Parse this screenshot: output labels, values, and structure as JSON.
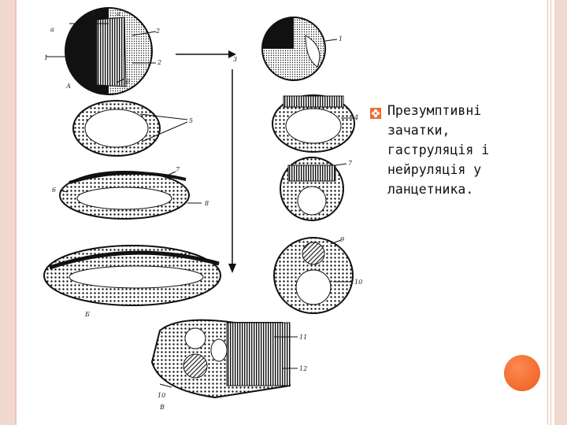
{
  "slide": {
    "bullet_text": "Презумптивні зачатки, гаструляція і нейруляція у ланцетника."
  },
  "figure": {
    "labels": {
      "a_top_left": "а",
      "b_top": "б",
      "a_top": "а",
      "n2": "2",
      "n1_left": "1",
      "n2_lower": "2",
      "d_lower": "д",
      "A": "А",
      "n3": "3",
      "n1_right": "1",
      "n5": "5",
      "n4": "4",
      "n7_top": "7",
      "n6": "6",
      "n8": "8",
      "n7_right": "7",
      "n9": "9",
      "n10_right": "10",
      "B": "Б",
      "n11": "11",
      "n12": "12",
      "n10_bottom": "10",
      "V": "В"
    }
  },
  "colors": {
    "frame": "#f2d9cf",
    "frame_line": "#ecbfae",
    "accent_circle": "#f26a2b",
    "bullet_icon": "#f26a2b"
  },
  "icons": {
    "bullet": "flower-bullet-icon"
  }
}
